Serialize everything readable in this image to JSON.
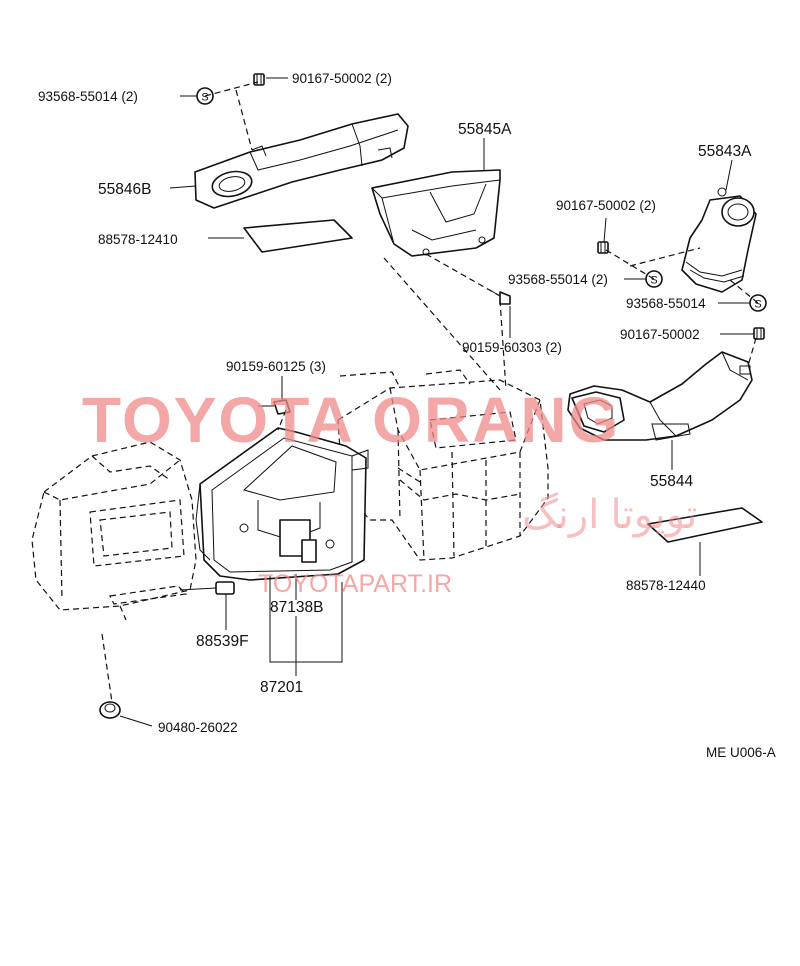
{
  "watermark": {
    "brand": "TOYOTA ORANG",
    "arabic": "تویوتا ارنگ",
    "site": "TOYOTAPART.IR",
    "color": "#f08a8a"
  },
  "labels": {
    "p93568_55014_2_top": "93568-55014 (2)",
    "p90167_50002_2_top": "90167-50002 (2)",
    "p55846B": "55846B",
    "p88578_12410": "88578-12410",
    "p55845A": "55845A",
    "p55843A": "55843A",
    "p90167_50002_2_right": "90167-50002 (2)",
    "p93568_55014_2_right": "93568-55014 (2)",
    "p93568_55014": "93568-55014",
    "p90159_60303_2": "90159-60303 (2)",
    "p90167_50002": "90167-50002",
    "p90159_60125_3": "90159-60125 (3)",
    "p55844": "55844",
    "p88578_12440": "88578-12440",
    "p87138B": "87138B",
    "p88539F": "88539F",
    "p87201": "87201",
    "p90480_26022": "90480-26022",
    "diagram_code": "ME U006-A"
  },
  "icons": {
    "clip_s": "S",
    "clip_b": "B"
  }
}
